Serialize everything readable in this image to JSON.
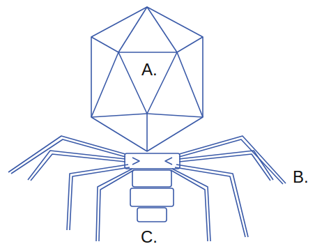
{
  "diagram": {
    "labels": [
      "A.",
      "B.",
      "C."
    ]
  }
}
